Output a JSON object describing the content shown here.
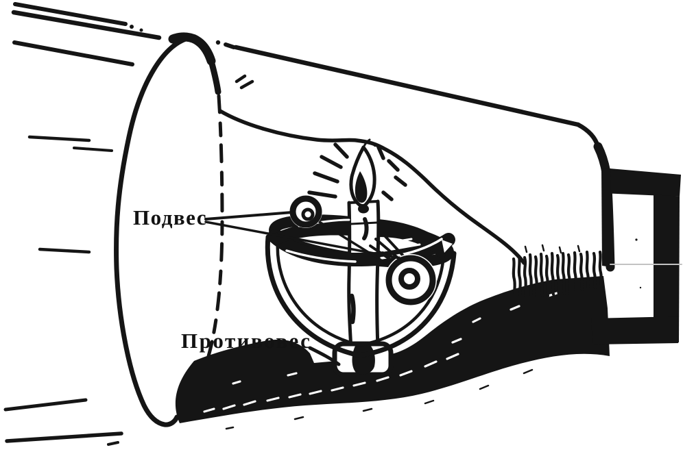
{
  "figure": {
    "type": "technical-line-illustration",
    "subject": "candle-lantern-in-can-with-gimbal",
    "labels": {
      "suspension": "Подвес",
      "counterweight": "Противовес"
    }
  },
  "colors": {
    "ink": "#151515",
    "paper": "#ffffff"
  }
}
